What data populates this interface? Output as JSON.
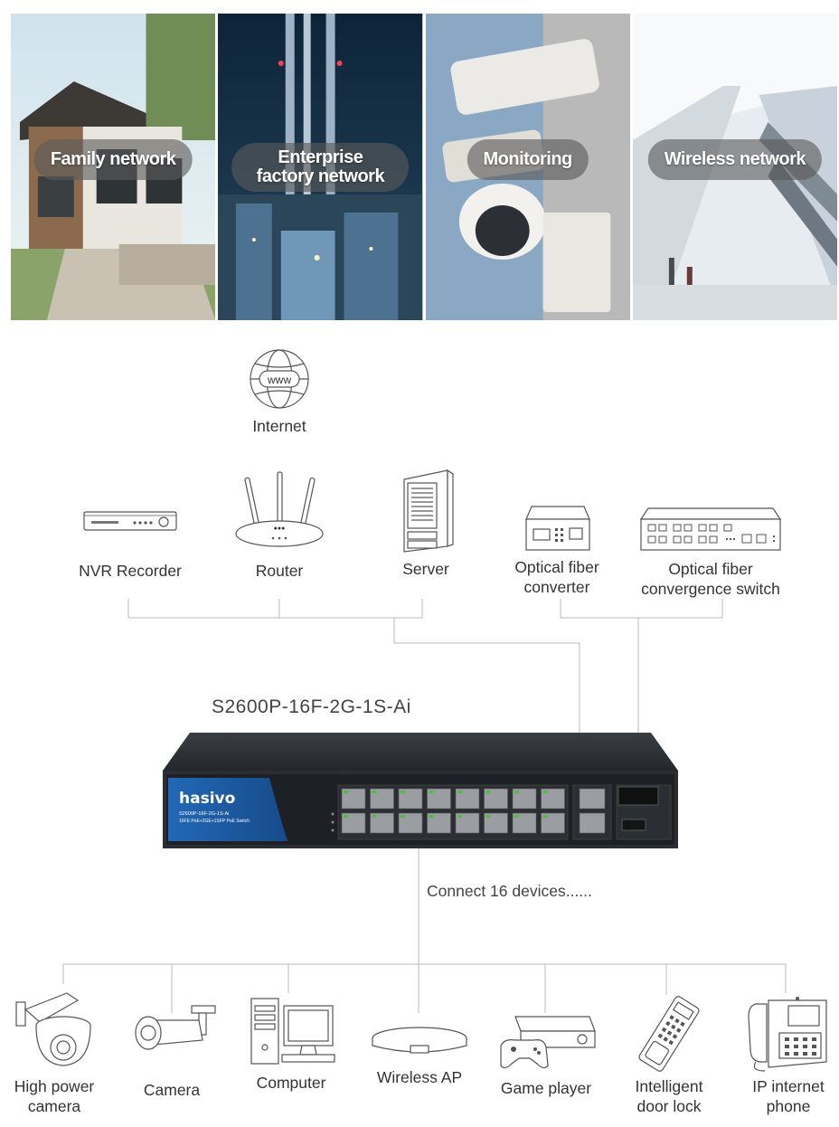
{
  "scenarios": [
    {
      "label": "Family network"
    },
    {
      "label": "Enterprise factory network"
    },
    {
      "label": "Monitoring"
    },
    {
      "label": "Wireless network"
    }
  ],
  "upstream": {
    "internet": {
      "label": "Internet",
      "badge": "www"
    },
    "nvr": {
      "label": "NVR Recorder"
    },
    "router": {
      "label": "Router"
    },
    "server": {
      "label": "Server"
    },
    "fiber_converter": {
      "label_line1": "Optical fiber",
      "label_line2": "converter"
    },
    "fiber_switch": {
      "label_line1": "Optical fiber",
      "label_line2": "convergence switch"
    }
  },
  "switch": {
    "model": "S2600P-16F-2G-1S-Ai",
    "brand": "hasivo",
    "panel_model": "S2600P-16F-2G-1S-Ai",
    "panel_desc": "16FE PoE+2GE+1SFP PoE Switch"
  },
  "connect_text": "Connect 16 devices......",
  "downstream": [
    {
      "line1": "High power",
      "line2": "camera"
    },
    {
      "line1": "Camera",
      "line2": ""
    },
    {
      "line1": "Computer",
      "line2": ""
    },
    {
      "line1": "Wireless AP",
      "line2": ""
    },
    {
      "line1": "Game player",
      "line2": ""
    },
    {
      "line1": "Intelligent",
      "line2": "door lock"
    },
    {
      "line1": "IP internet",
      "line2": "phone"
    }
  ],
  "colors": {
    "line": "#b9b9b9",
    "switch_body": "#2c2f33",
    "brand_panel": "#1f5fa8",
    "port_green": "#4cbf3a"
  }
}
